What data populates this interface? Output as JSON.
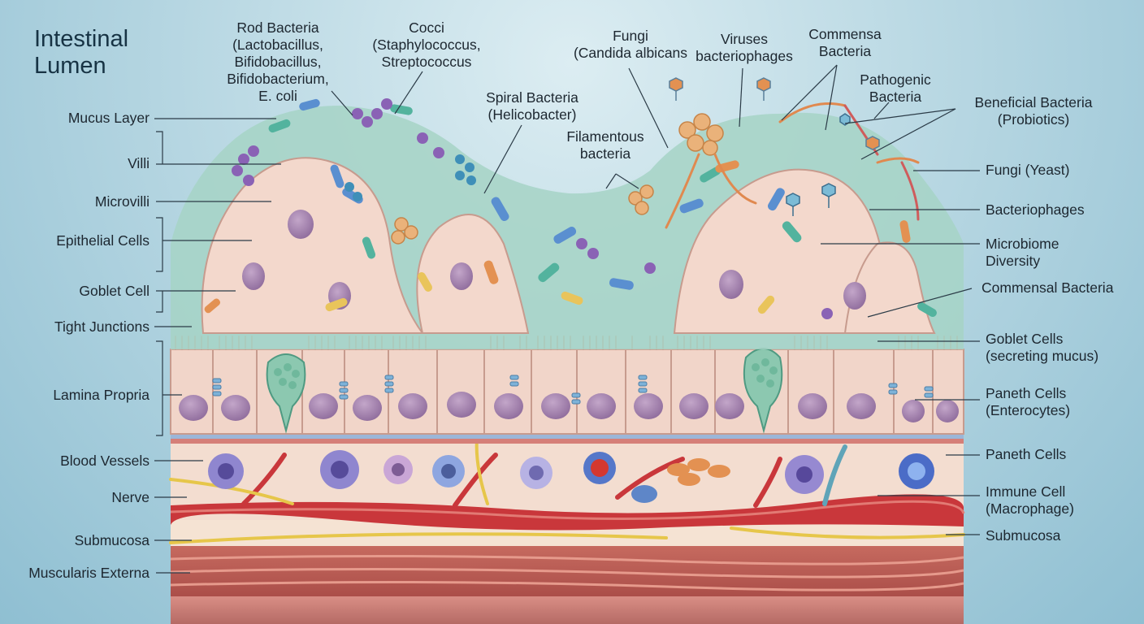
{
  "title": "Intestinal\nLumen",
  "labels_left": [
    "Mucus Layer",
    "Villi",
    "Microvilli",
    "Epithelial Cells",
    "Goblet Cell",
    "Tight Junctions",
    "Lamina Propria",
    "Blood Vessels",
    "Nerve",
    "Submucosa",
    "Muscularis Externa"
  ],
  "labels_top": [
    "Rod Bacteria\n(Lactobacillus,\nBifidobacillus,\nBifidobacterium,\nE. coli",
    "Cocci\n(Staphylococcus,\nStreptococcus",
    "Spiral Bacteria\n(Helicobacter)",
    "Filamentous\nbacteria",
    "Fungi\n(Candida albicans",
    "Viruses\nbacteriophages",
    "Commensa\nBacteria",
    "Pathogenic\nBacteria"
  ],
  "labels_right": [
    "Beneficial Bacteria\n(Probiotics)",
    "Fungi (Yeast)",
    "Bacteriophages",
    "Microbiome\nDiversity",
    "Commensal Bacteria",
    "Goblet Cells\n(secreting mucus)",
    "Paneth Cells\n(Enterocytes)",
    "Paneth Cells",
    "Immune Cell\n(Macrophage)",
    "Submucosa"
  ],
  "colors": {
    "background": "#b9d8e3",
    "mucus": "#9fd0c2",
    "epithelium": "#f1d5c9",
    "nucleus": "#a889b0",
    "blood_vessel": "#c9373b",
    "nerve": "#e6c64a",
    "muscle": "#b5544f",
    "goblet": "#7fc2a8"
  }
}
